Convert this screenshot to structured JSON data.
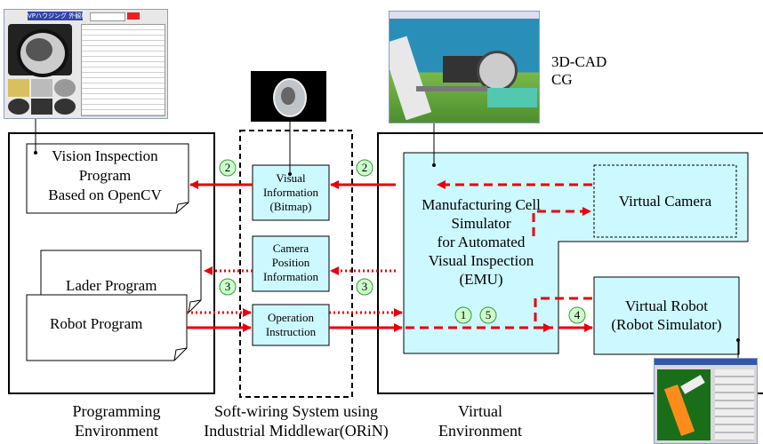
{
  "cad_label": [
    "3D-CAD",
    "CG"
  ],
  "environments": {
    "programming": [
      "Programming",
      "Environment"
    ],
    "softwiring": [
      "Soft-wiring System using",
      "Industrial Middlewar(ORiN)"
    ],
    "virtual": [
      "Virtual",
      "Environment"
    ]
  },
  "programs": {
    "vision": [
      "Vision Inspection",
      "Program",
      "Based on OpenCV"
    ],
    "lader": "Lader Program",
    "robot": "Robot Program"
  },
  "middleware_boxes": {
    "visual": [
      "Visual",
      "Information",
      "(Bitmap)"
    ],
    "camera": [
      "Camera",
      "Position",
      "Information"
    ],
    "operation": [
      "Operation",
      "Instruction"
    ]
  },
  "simulator": [
    "Manufacturing Cell",
    "Simulator",
    "for Automated",
    "Visual Inspection",
    "(EMU)"
  ],
  "virtual_camera": "Virtual Camera",
  "virtual_robot": [
    "Virtual Robot",
    "(Robot Simulator)"
  ],
  "step_numbers": {
    "left_2": "2",
    "right_2": "2",
    "left_3": "3",
    "right_3": "3",
    "emu_1": "1",
    "emu_5": "5",
    "robot_4": "4"
  },
  "vision_screenshot_title": "VPハウジング 外観検査",
  "colors": {
    "arrow": "#e8000b",
    "cyan_fill": "#ccf8ff",
    "step_fill": "#ccffcc",
    "step_stroke": "#339933"
  }
}
